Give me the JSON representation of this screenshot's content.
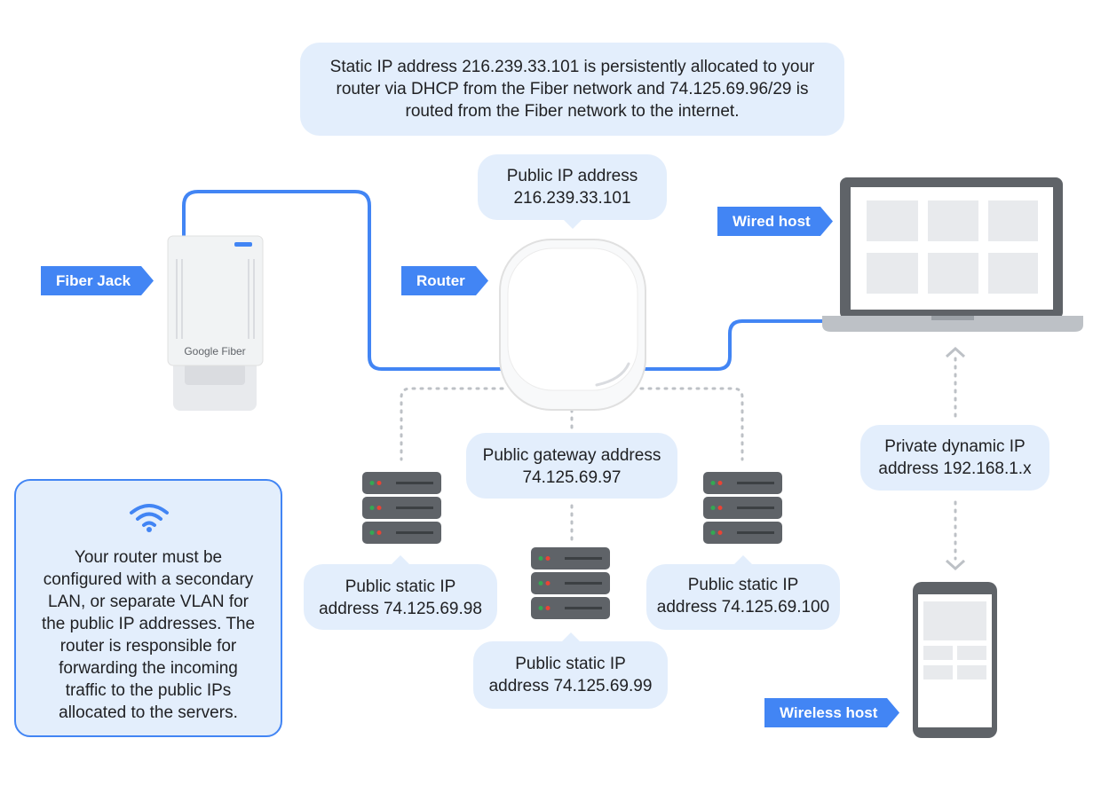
{
  "labels": {
    "fiber_jack": "Fiber Jack",
    "router": "Router",
    "wired_host": "Wired host",
    "wireless_host": "Wireless host"
  },
  "device_branding": "Google Fiber",
  "callouts": {
    "static_ip_note": [
      "Static IP address 216.239.33.101 is persistently allocated to your",
      "router via DHCP from the Fiber network and 74.125.69.96/29 is",
      "routed from the Fiber network to the internet."
    ],
    "public_ip": [
      "Public IP address",
      "216.239.33.101"
    ],
    "gateway": [
      "Public gateway address",
      "74.125.69.97"
    ],
    "private_ip": [
      "Private dynamic IP",
      "address 192.168.1.x"
    ],
    "server_left": [
      "Public static IP",
      "address 74.125.69.98"
    ],
    "server_middle": [
      "Public static IP",
      "address 74.125.69.99"
    ],
    "server_right": [
      "Public static IP",
      "address 74.125.69.100"
    ]
  },
  "router_note": {
    "icon": "wifi-icon",
    "lines": [
      "Your router must be",
      "configured with a secondary",
      "LAN, or separate VLAN for",
      "the public IP addresses. The",
      "router is responsible for",
      "forwarding the incoming",
      "traffic to the public IPs",
      "allocated to the servers."
    ]
  },
  "colors": {
    "accent": "#4285f4",
    "bubble": "#e3eefc",
    "server": "#5f6368",
    "led_red": "#ea4335",
    "led_green": "#34a853",
    "dotted_line": "#bdc1c6"
  }
}
